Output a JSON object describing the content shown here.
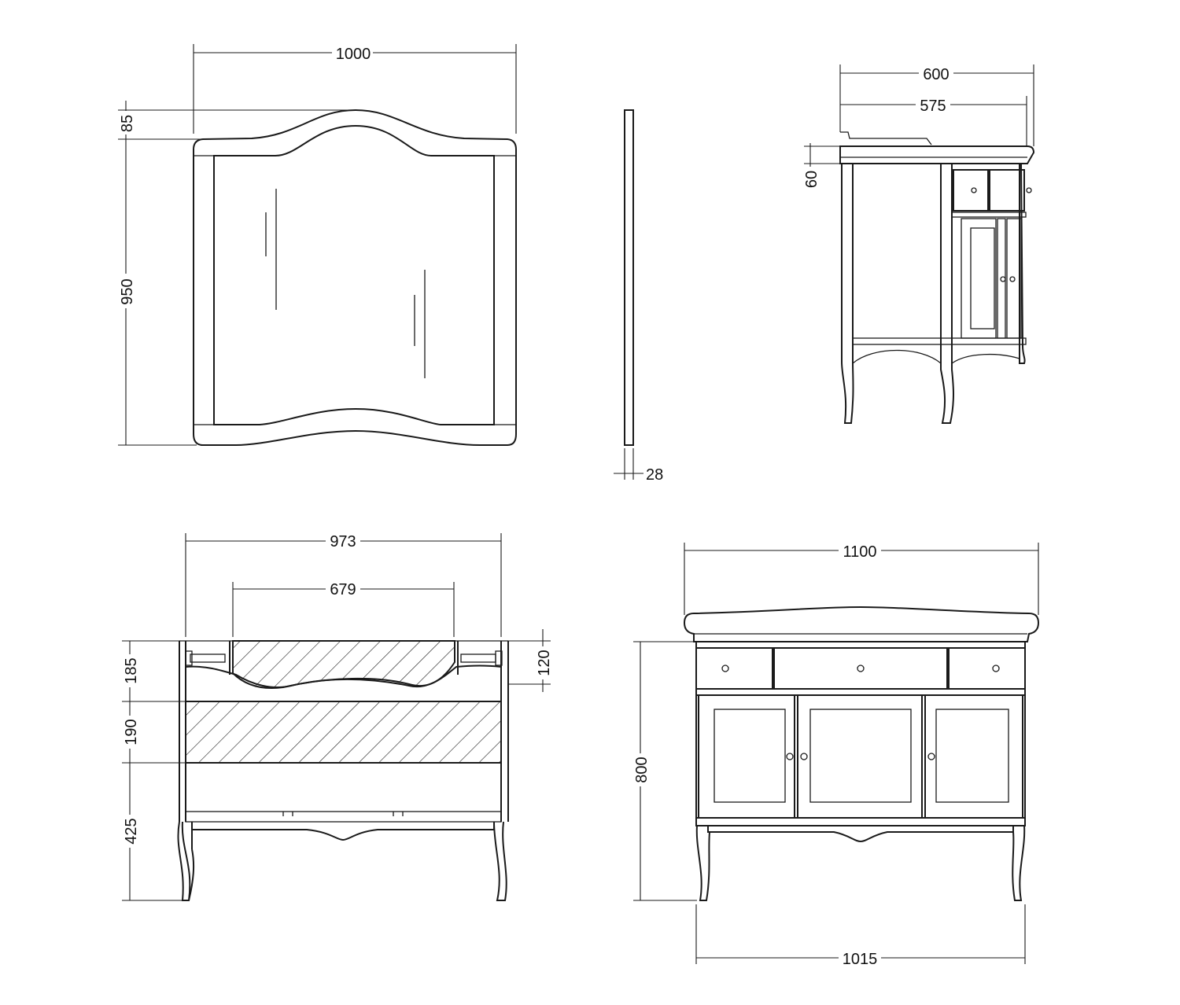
{
  "views": {
    "mirror_front": {
      "width_label": "1000",
      "crown_label": "85",
      "height_label": "950"
    },
    "mirror_side": {
      "thickness_label": "28"
    },
    "cabinet_side": {
      "depth_label": "600",
      "body_depth_label": "575",
      "top_thickness_label": "60"
    },
    "cabinet_section": {
      "width_label": "973",
      "basin_label": "679",
      "basin_depth_label": "120",
      "zone1_label": "185",
      "zone2_label": "190",
      "zone3_label": "425"
    },
    "cabinet_front": {
      "top_width_label": "1100",
      "height_label": "800",
      "base_width_label": "1015"
    }
  },
  "colors": {
    "ink": "#1a1a1a",
    "background": "#ffffff"
  }
}
